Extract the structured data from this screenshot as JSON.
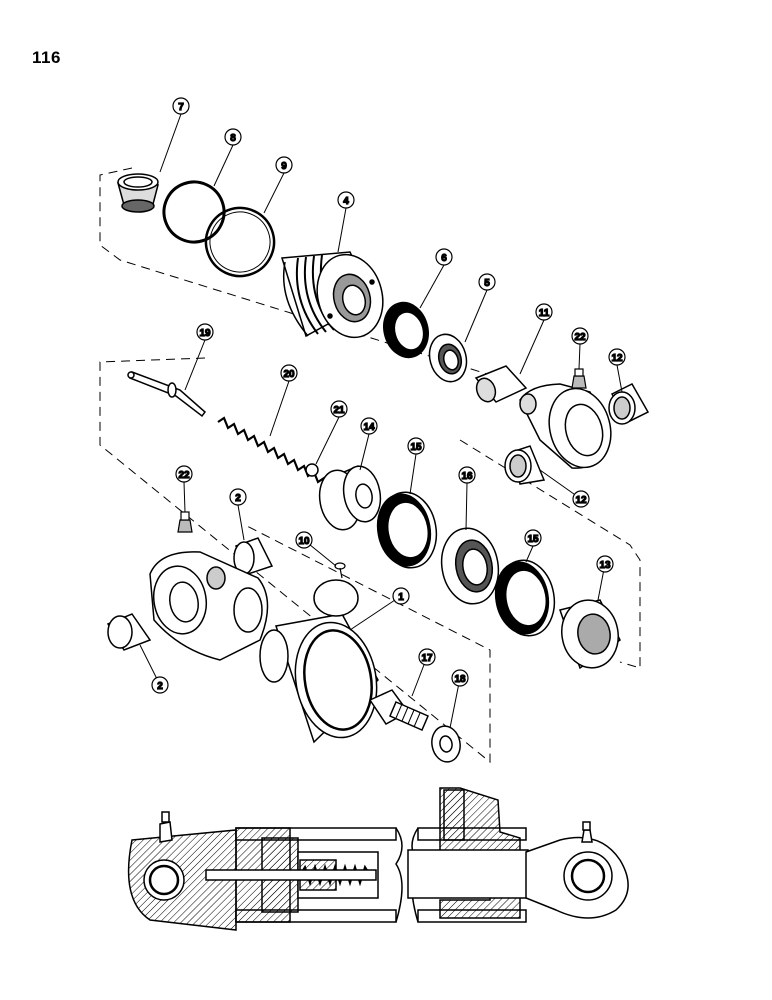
{
  "page_number": "116",
  "callouts": [
    {
      "id": "c7",
      "label": "7"
    },
    {
      "id": "c8",
      "label": "8"
    },
    {
      "id": "c9",
      "label": "9"
    },
    {
      "id": "c4",
      "label": "4"
    },
    {
      "id": "c6",
      "label": "6"
    },
    {
      "id": "c5",
      "label": "5"
    },
    {
      "id": "c11",
      "label": "11"
    },
    {
      "id": "c22a",
      "label": "22"
    },
    {
      "id": "c12a",
      "label": "12"
    },
    {
      "id": "c19",
      "label": "19"
    },
    {
      "id": "c20",
      "label": "20"
    },
    {
      "id": "c21",
      "label": "21"
    },
    {
      "id": "c14",
      "label": "14"
    },
    {
      "id": "c15a",
      "label": "15"
    },
    {
      "id": "c16",
      "label": "16"
    },
    {
      "id": "c12b",
      "label": "12"
    },
    {
      "id": "c22b",
      "label": "22"
    },
    {
      "id": "c2a",
      "label": "2"
    },
    {
      "id": "c10",
      "label": "10"
    },
    {
      "id": "c1",
      "label": "1"
    },
    {
      "id": "c15b",
      "label": "15"
    },
    {
      "id": "c13",
      "label": "13"
    },
    {
      "id": "c2b",
      "label": "2"
    },
    {
      "id": "c17",
      "label": "17"
    },
    {
      "id": "c18",
      "label": "18"
    }
  ]
}
